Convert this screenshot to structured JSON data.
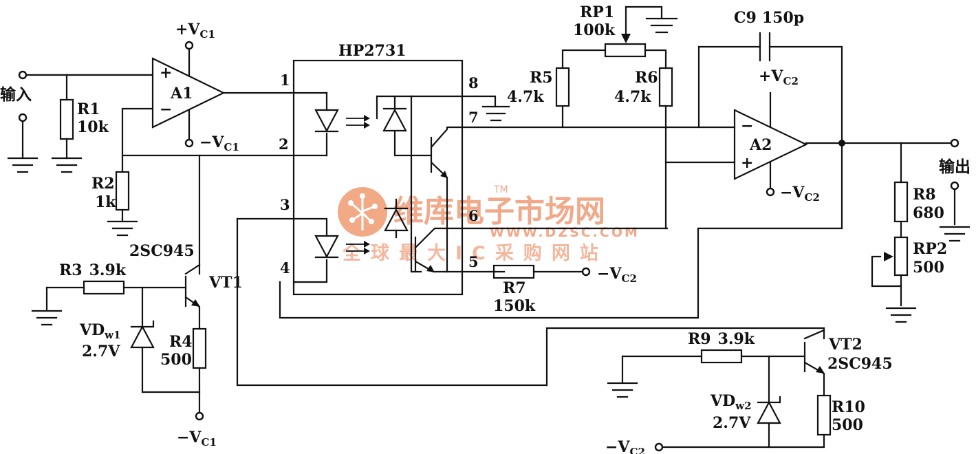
{
  "ic_label": "HP2731",
  "opamps": {
    "a1": {
      "name": "A1",
      "plus": "+",
      "minus": "−",
      "vpos": "+V",
      "vpos_sub": "C1",
      "vneg": "−V",
      "vneg_sub": "C1"
    },
    "a2": {
      "name": "A2",
      "plus": "+",
      "minus": "−",
      "vpos": "+V",
      "vpos_sub": "C2",
      "vneg": "−V",
      "vneg_sub": "C2"
    }
  },
  "pins": [
    "1",
    "2",
    "3",
    "4",
    "5",
    "6",
    "7",
    "8"
  ],
  "resistors": {
    "r1": {
      "name": "R1",
      "value": "10k"
    },
    "r2": {
      "name": "R2",
      "value": "1k"
    },
    "r3": {
      "name": "R3",
      "value": "3.9k"
    },
    "r4": {
      "name": "R4",
      "value": "500"
    },
    "r5": {
      "name": "R5",
      "value": "4.7k"
    },
    "r6": {
      "name": "R6",
      "value": "4.7k"
    },
    "r7": {
      "name": "R7",
      "value": "150k"
    },
    "r8": {
      "name": "R8",
      "value": "680"
    },
    "r9": {
      "name": "R9",
      "value": "3.9k"
    },
    "r10": {
      "name": "R10",
      "value": "500"
    },
    "rp1": {
      "name": "RP1",
      "value": "100k"
    },
    "rp2": {
      "name": "RP2",
      "value": "500"
    }
  },
  "capacitor": {
    "name": "C9",
    "value": "150p"
  },
  "transistors": {
    "vt1": {
      "name": "VT1",
      "type": "2SC945"
    },
    "vt2": {
      "name": "VT2",
      "type": "2SC945"
    }
  },
  "zeners": {
    "vdw1": {
      "name": "VD",
      "sub": "w1",
      "value": "2.7V"
    },
    "vdw2": {
      "name": "VD",
      "sub": "w2",
      "value": "2.7V"
    }
  },
  "supplies": {
    "neg_c1": {
      "text": "−V",
      "sub": "C1"
    },
    "neg_c2_r7": {
      "text": "−V",
      "sub": "C2"
    },
    "neg_c2_bottom": {
      "text": "−V",
      "sub": "C2"
    }
  },
  "io": {
    "input": "输入",
    "output": "输出"
  },
  "watermark": {
    "brand": "维库电子市场网",
    "tm": "TM",
    "url": "WWW.DZSC.COM",
    "slogan": "全球最大IC采购网站"
  }
}
